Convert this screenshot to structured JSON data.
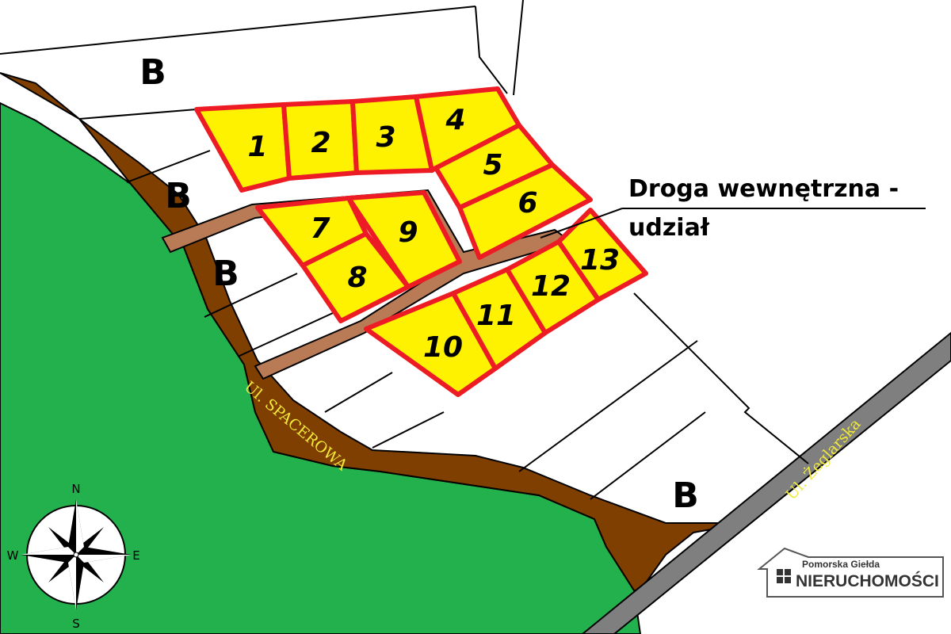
{
  "plots": {
    "p1": "1",
    "p2": "2",
    "p3": "3",
    "p4": "4",
    "p5": "5",
    "p6": "6",
    "p7": "7",
    "p8": "8",
    "p9": "9",
    "p10": "10",
    "p11": "11",
    "p12": "12",
    "p13": "13"
  },
  "zone_label": "B",
  "annotation": {
    "line1": "Droga wewnętrzna -",
    "line2": "udział"
  },
  "streets": {
    "spacerowa": "Ul. SPACEROWA",
    "zeglarska": "Ul. Żeglarska"
  },
  "compass": {
    "n": "N",
    "e": "E",
    "s": "S",
    "w": "W"
  },
  "logo": {
    "line1": "Pomorska Giełda",
    "line2": "NIERUCHOMOŚCI"
  },
  "colors": {
    "plot_fill": "#fff200",
    "plot_border": "#ed1c24",
    "road": "#b97a56",
    "forest": "#22b14c",
    "path": "#7f3f00",
    "street": "#7f7f7f"
  }
}
